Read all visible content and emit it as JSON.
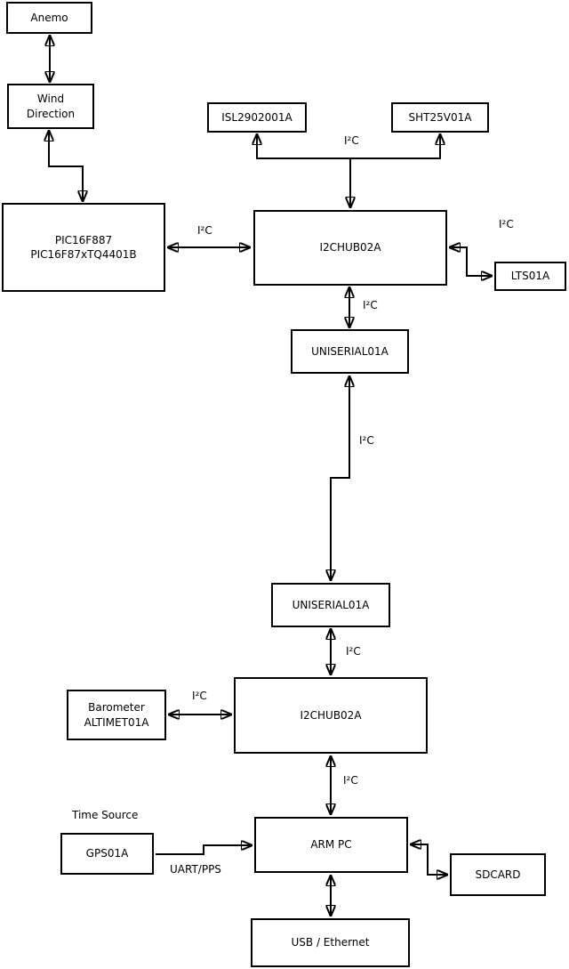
{
  "diagram": {
    "colors": {
      "background": "#ffffff",
      "line": "#000000",
      "box_fill": "#ffffff",
      "text": "#000000"
    },
    "nodes": {
      "anemo": {
        "label": "Anemo"
      },
      "wind_direction": {
        "label": "Wind\nDirection"
      },
      "pic": {
        "label": "PIC16F887\nPIC16F87xTQ4401B"
      },
      "isl": {
        "label": "ISL2902001A"
      },
      "sht": {
        "label": "SHT25V01A"
      },
      "i2chub_top": {
        "label": "I2CHUB02A"
      },
      "lts": {
        "label": "LTS01A"
      },
      "uniserial_top": {
        "label": "UNISERIAL01A"
      },
      "uniserial_bottom": {
        "label": "UNISERIAL01A"
      },
      "i2chub_bottom": {
        "label": "I2CHUB02A"
      },
      "barometer": {
        "label": "Barometer\nALTIMET01A"
      },
      "gps": {
        "label": "GPS01A"
      },
      "arm_pc": {
        "label": "ARM PC"
      },
      "sdcard": {
        "label": "SDCARD"
      },
      "usb_ethernet": {
        "label": "USB / Ethernet"
      }
    },
    "edge_labels": {
      "pic_hub1": "I²C",
      "hub1_sensors": "I²C",
      "hub1_lts": "I²C",
      "hub1_uniserial1": "I²C",
      "uniserial1_uniserial2": "I²C",
      "uniserial2_hub2": "I²C",
      "barometer_hub2": "I²C",
      "hub2_armpc": "I²C",
      "gps_armpc": "UART/PPS"
    },
    "annotations": {
      "time_source": "Time Source"
    }
  }
}
